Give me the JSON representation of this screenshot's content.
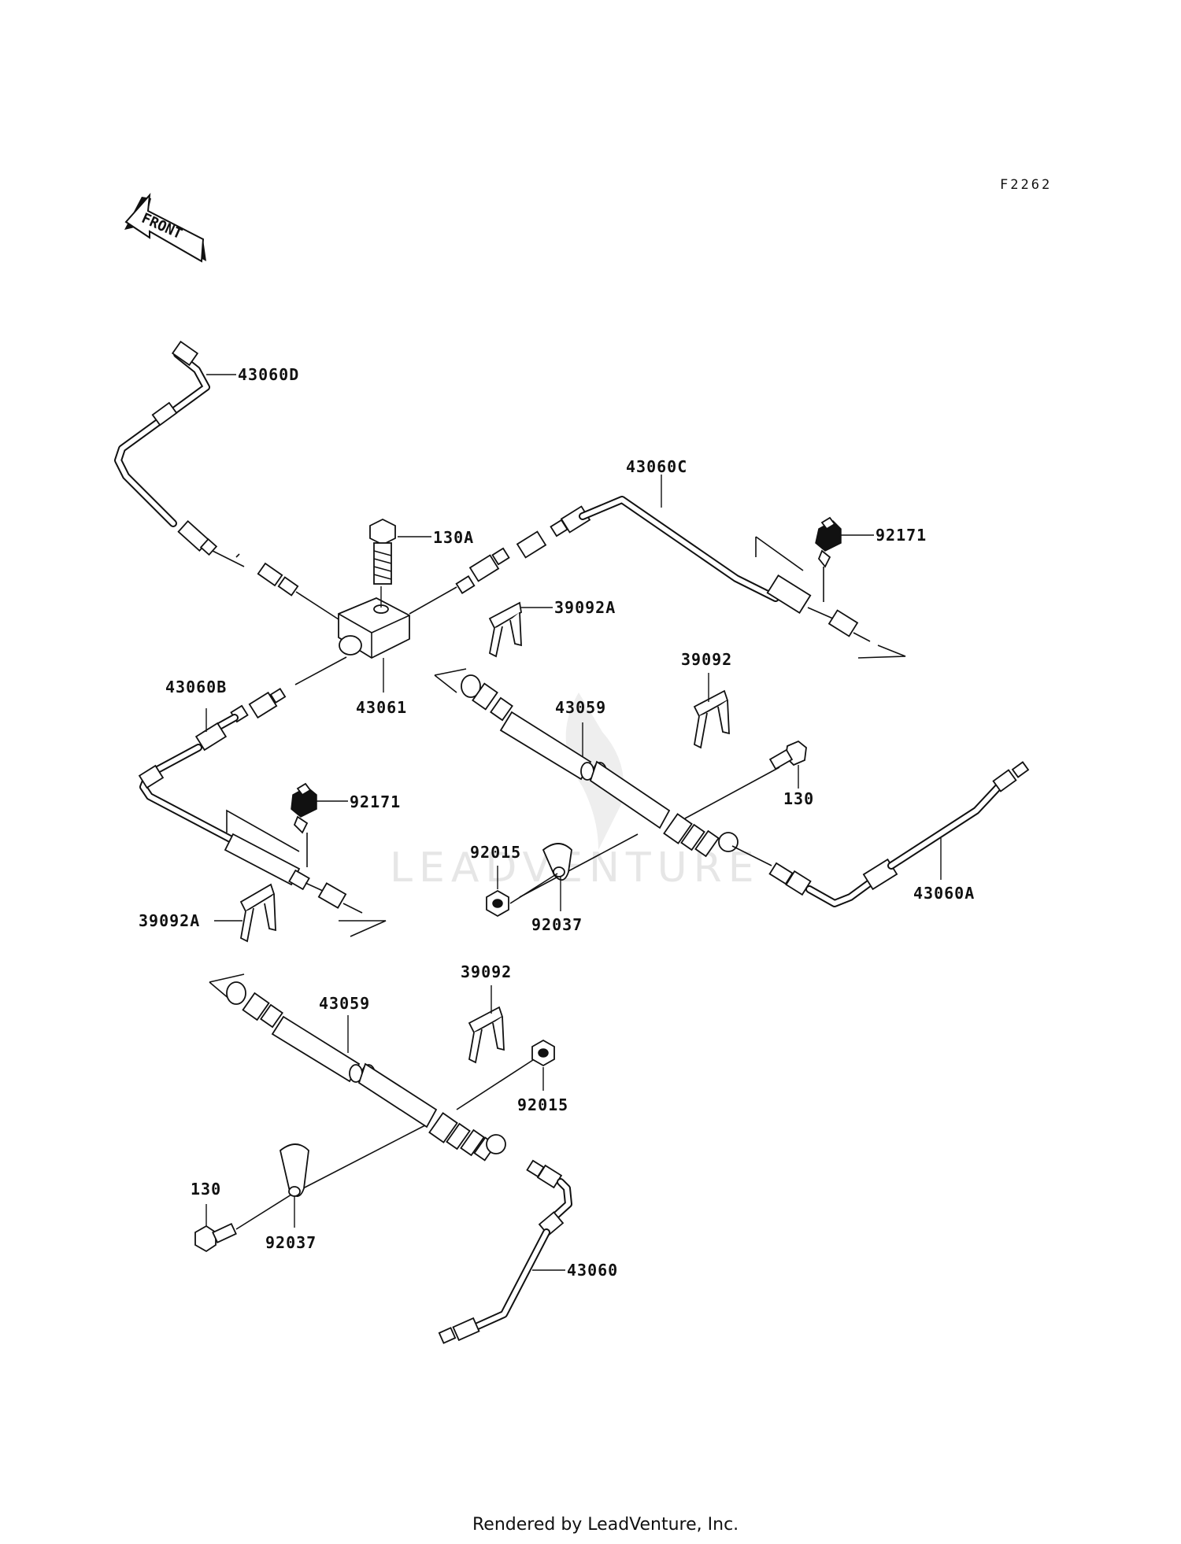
{
  "diagram_code": "F2262",
  "front_label": "FRONT",
  "watermark": "LEADVENTURE",
  "footer": "Rendered by LeadVenture, Inc.",
  "labels": {
    "p43060D": "43060D",
    "p43060C": "43060C",
    "p130A": "130A",
    "p92171_top": "92171",
    "p39092A_top": "39092A",
    "p39092_top": "39092",
    "p43060B": "43060B",
    "p43061": "43061",
    "p43059_top": "43059",
    "p130_right": "130",
    "p92171_mid": "92171",
    "p92015_mid": "92015",
    "p43060A": "43060A",
    "p92037_mid": "92037",
    "p39092A_bottom": "39092A",
    "p39092_bottom": "39092",
    "p43059_bottom": "43059",
    "p92015_bottom": "92015",
    "p130_left": "130",
    "p92037_bottom": "92037",
    "p43060": "43060"
  }
}
